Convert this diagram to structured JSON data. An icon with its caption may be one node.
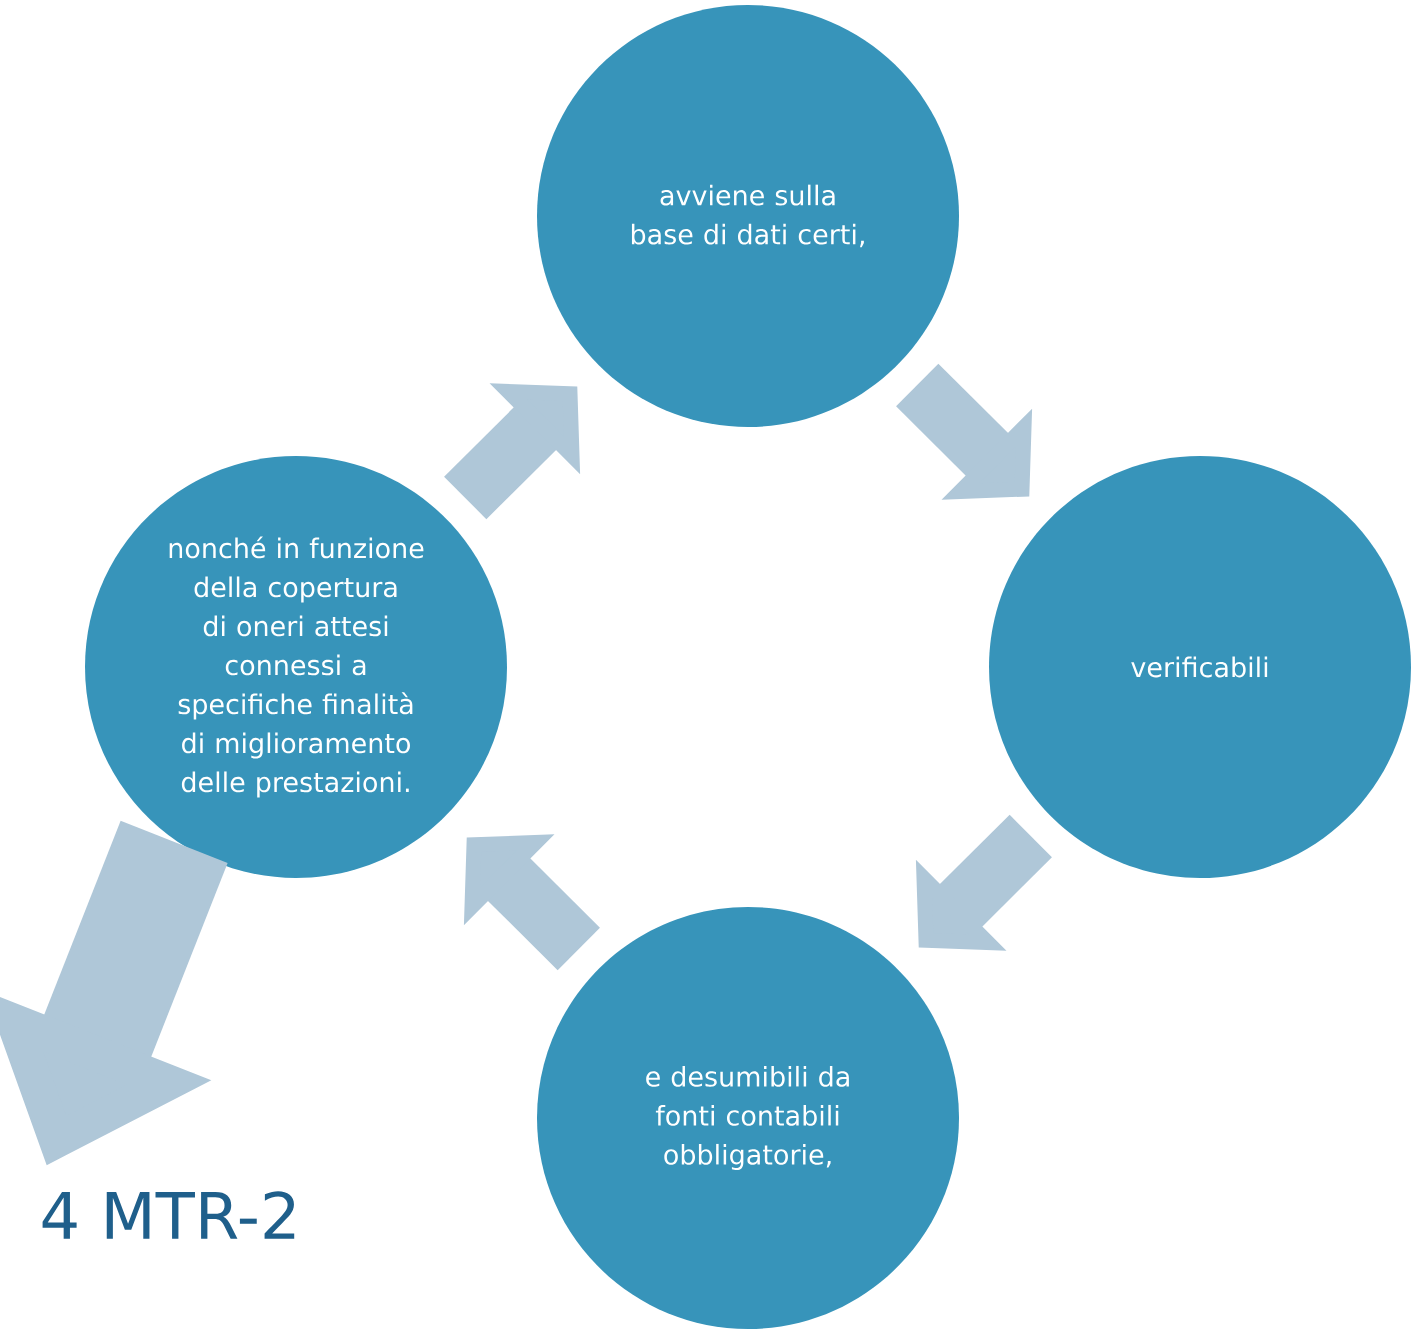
{
  "diagram": {
    "nodes": [
      {
        "text": [
          "avviene sulla base di dati certi,"
        ]
      },
      {
        "text": [
          "verificabili"
        ]
      },
      {
        "text": [
          "e desumibili da fonti contabili obbligatorie,"
        ]
      },
      {
        "text": [
          "nonché in funzione della copertura di oneri attesi connessi a specifiche finalità di miglioramento delle prestazioni."
        ]
      },
      {
        "text": [
          "4 MTR-2"
        ]
      }
    ],
    "edges": [
      {
        "from": 0,
        "to": 1,
        "arrow": "to"
      },
      {
        "from": 1,
        "to": 2,
        "arrow": "to"
      },
      {
        "from": 2,
        "to": 3,
        "arrow": "to"
      },
      {
        "from": 3,
        "to": 0,
        "arrow": "to"
      },
      {
        "from": 3,
        "to": 4,
        "arrow": "to",
        "style": "thick"
      }
    ]
  }
}
